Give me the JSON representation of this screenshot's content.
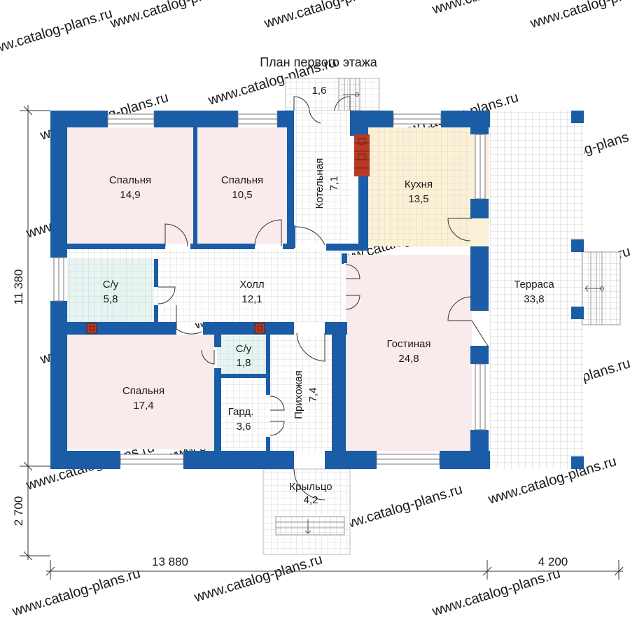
{
  "title": "План первого этажа",
  "watermark": "www.catalog-plans.ru",
  "colors": {
    "wall": "#1a5ca6",
    "bedroom_floor": "#f9eaec",
    "bathroom_floor": "#e8f4f2",
    "kitchen_floor": "#fbf0d8",
    "tile_floor": "#ffffff",
    "grid": "#cfcfcf",
    "chimney": "#b83a24"
  },
  "rooms": [
    {
      "id": "bedroom-1",
      "name": "Спальня",
      "area": "14,9"
    },
    {
      "id": "bedroom-2",
      "name": "Спальня",
      "area": "10,5"
    },
    {
      "id": "boiler",
      "name": "Котельная",
      "area": "7,1"
    },
    {
      "id": "kitchen",
      "name": "Кухня",
      "area": "13,5"
    },
    {
      "id": "bathroom-1",
      "name": "С/у",
      "area": "5,8"
    },
    {
      "id": "hall",
      "name": "Холл",
      "area": "12,1"
    },
    {
      "id": "terrace",
      "name": "Терраса",
      "area": "33,8"
    },
    {
      "id": "living",
      "name": "Гостиная",
      "area": "24,8"
    },
    {
      "id": "bathroom-2",
      "name": "С/у",
      "area": "1,8"
    },
    {
      "id": "bedroom-3",
      "name": "Спальня",
      "area": "17,4"
    },
    {
      "id": "entry",
      "name": "Прихожая",
      "area": "7,4"
    },
    {
      "id": "wardrobe",
      "name": "Гард.",
      "area": "3,6"
    },
    {
      "id": "porch",
      "name": "Крыльцо",
      "area": "4,2"
    },
    {
      "id": "back-porch",
      "name": "",
      "area": "1,6"
    }
  ],
  "dimensions": {
    "house_depth": "11 380",
    "porch_depth": "2 700",
    "house_width": "13 880",
    "terrace_width": "4 200"
  }
}
